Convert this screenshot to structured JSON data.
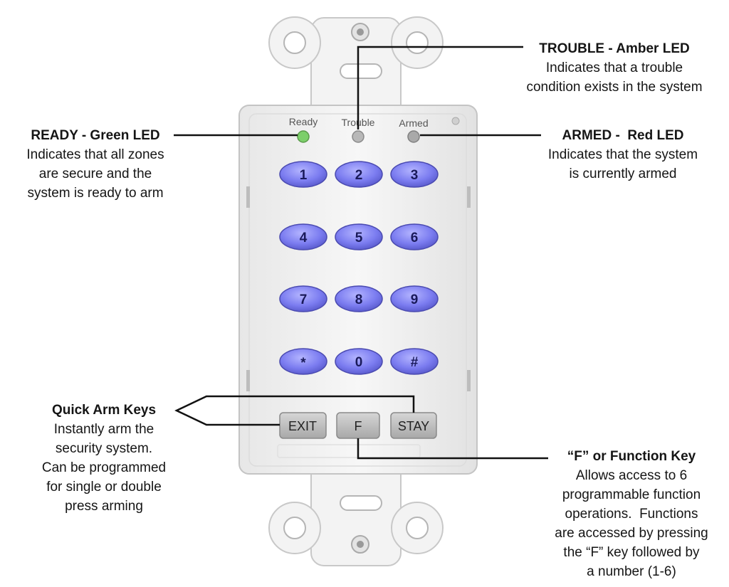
{
  "keypad": {
    "led_labels": {
      "ready": "Ready",
      "trouble": "Trouble",
      "armed": "Armed"
    },
    "keys": [
      "1",
      "2",
      "3",
      "4",
      "5",
      "6",
      "7",
      "8",
      "9",
      "*",
      "0",
      "#"
    ],
    "function_keys": {
      "exit": "EXIT",
      "f": "F",
      "stay": "STAY"
    },
    "colors": {
      "key_blue": "#7b7cf0",
      "ready_led": "#7ccf6a",
      "trouble_led": "#b8b8b8",
      "armed_led": "#a9a9a9",
      "panel": "#f2f2f2"
    }
  },
  "callouts": {
    "trouble": {
      "title": "TROUBLE - Amber LED",
      "lines": [
        "Indicates that a trouble",
        "condition exists in the system"
      ]
    },
    "ready": {
      "title": "READY - Green LED",
      "lines": [
        "Indicates that all zones",
        "are secure and the",
        "system is ready to arm"
      ]
    },
    "armed": {
      "title": "ARMED -  Red LED",
      "lines": [
        "Indicates that the system",
        "is currently armed"
      ]
    },
    "quick_arm": {
      "title": "Quick Arm Keys",
      "lines": [
        "Instantly arm the",
        "security system.",
        "Can be programmed",
        "for single or double",
        "press arming"
      ]
    },
    "function": {
      "title": "“F” or Function Key",
      "lines": [
        "Allows access to 6",
        "programmable function",
        "operations.  Functions",
        "are accessed by pressing",
        "the “F” key followed by",
        "a number (1-6)"
      ]
    }
  }
}
